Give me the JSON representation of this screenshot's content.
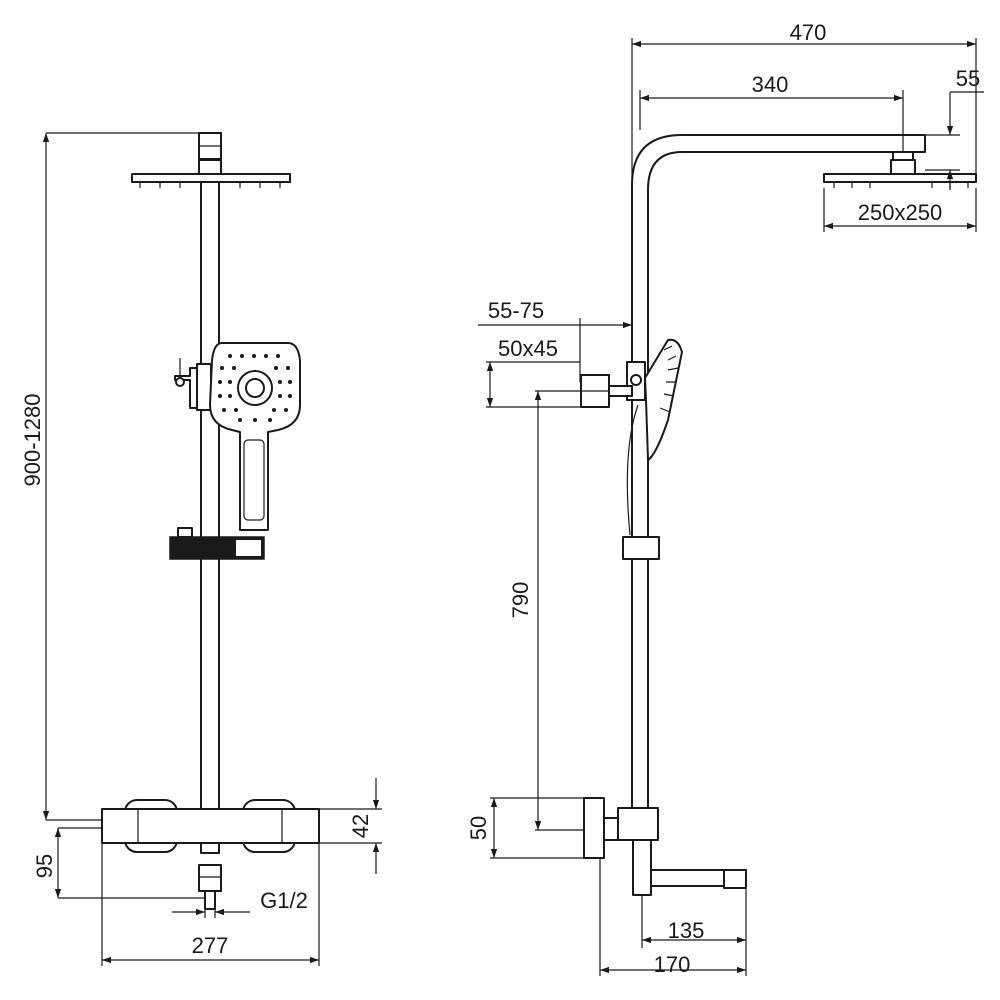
{
  "dimensions": {
    "total_width": "470",
    "arm_length": "340",
    "arm_height": "55",
    "head_size": "250x250",
    "hand_holder_offset": "55-75",
    "hand_holder_size": "50x45",
    "holder_height": "790",
    "rail_height": "900-1280",
    "valve_height": "42",
    "valve_total_height": "95",
    "wall_bracket": "50",
    "inlet_thread": "G1/2",
    "valve_width": "277",
    "spout_length": "135",
    "spout_projection": "170"
  }
}
